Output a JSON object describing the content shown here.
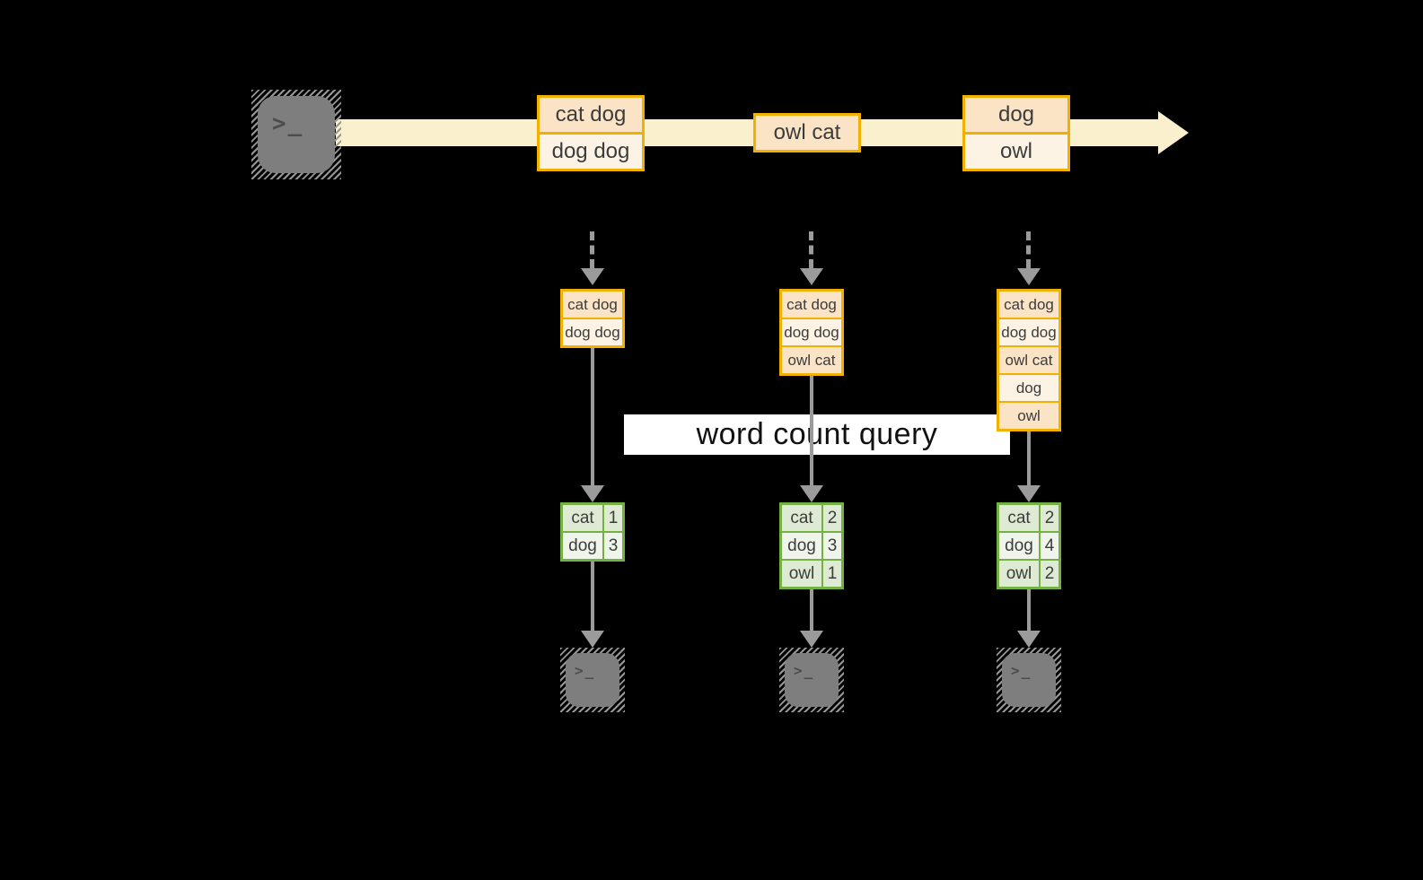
{
  "palette": {
    "background": "#000000",
    "stream_band": "#FAF0CE",
    "amber_border": "#F2B100",
    "peach_fill": "#FBE3C6",
    "cream_fill": "#FDF3E4",
    "green_border": "#73B143",
    "green_fill": "#DEEAD3",
    "green_fill_light": "#F0F5EB",
    "arrow_gray": "#9B9B9B",
    "terminal_gray": "#7E7E7E",
    "terminal_glyph": "#4C4C4C",
    "cell_text": "#3C3C3C",
    "query_label_bg": "#FFFFFF",
    "query_label_text": "#111111"
  },
  "source": {
    "icon": "terminal-icon",
    "glyph": ">_"
  },
  "stream": {
    "messages": [
      {
        "lines": [
          "cat dog",
          "dog dog"
        ]
      },
      {
        "lines": [
          "owl cat"
        ]
      },
      {
        "lines": [
          "dog",
          "owl"
        ]
      }
    ]
  },
  "query_label": {
    "text": "word count query"
  },
  "consumers": [
    {
      "buffer": [
        "cat dog",
        "dog dog"
      ],
      "counts": [
        {
          "word": "cat",
          "count": "1"
        },
        {
          "word": "dog",
          "count": "3"
        }
      ],
      "sink_glyph": ">_"
    },
    {
      "buffer": [
        "cat dog",
        "dog dog",
        "owl cat"
      ],
      "counts": [
        {
          "word": "cat",
          "count": "2"
        },
        {
          "word": "dog",
          "count": "3"
        },
        {
          "word": "owl",
          "count": "1"
        }
      ],
      "sink_glyph": ">_"
    },
    {
      "buffer": [
        "cat dog",
        "dog dog",
        "owl cat",
        "dog",
        "owl"
      ],
      "counts": [
        {
          "word": "cat",
          "count": "2"
        },
        {
          "word": "dog",
          "count": "4"
        },
        {
          "word": "owl",
          "count": "2"
        }
      ],
      "sink_glyph": ">_"
    }
  ]
}
